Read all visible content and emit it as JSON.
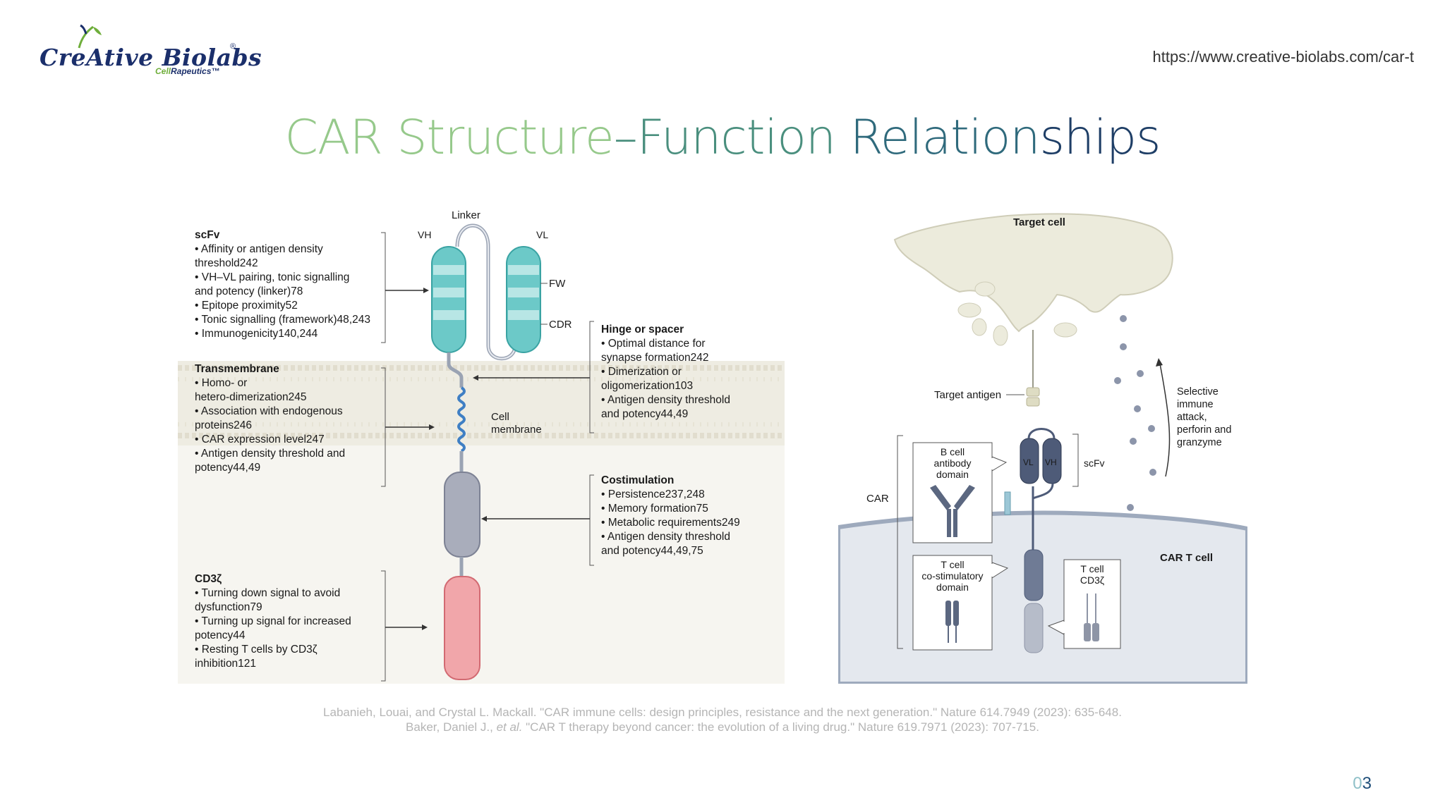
{
  "logo": {
    "text": "CreAtive Biolabs",
    "reg": "®",
    "sub_cell": "Cell",
    "sub_rest": "Rapeutics™"
  },
  "header": {
    "url": "https://www.creative-biolabs.com/car-t"
  },
  "title": {
    "part1": "CAR Structure",
    "part2": "–Function ",
    "part3": "Relation",
    "part4": "ships"
  },
  "left_figure": {
    "linker": "Linker",
    "vh": "VH",
    "vl": "VL",
    "fw": "FW",
    "cdr": "CDR",
    "cell_membrane_1": "Cell",
    "cell_membrane_2": "membrane",
    "scfv": {
      "heading": "scFv",
      "lines": [
        "• Affinity or antigen density",
        "threshold242",
        "• VH–VL pairing, tonic signalling",
        "and potency (linker)78",
        "• Epitope proximity52",
        "• Tonic signalling (framework)48,243",
        "• Immunogenicity140,244"
      ]
    },
    "transmembrane": {
      "heading": "Transmembrane",
      "lines": [
        "• Homo- or",
        "hetero-dimerization245",
        "• Association with endogenous",
        "proteins246",
        "• CAR expression level247",
        "• Antigen density threshold and",
        "potency44,49"
      ]
    },
    "cd3z": {
      "heading": "CD3ζ",
      "lines": [
        "• Turning down signal to avoid",
        "dysfunction79",
        "• Turning up signal for increased",
        "potency44",
        "• Resting T cells by CD3ζ",
        "inhibition121"
      ]
    },
    "hinge": {
      "heading": "Hinge or spacer",
      "lines": [
        "• Optimal distance for",
        "synapse formation242",
        "• Dimerization or",
        "oligomerization103",
        "• Antigen density threshold",
        "and potency44,49"
      ]
    },
    "costim": {
      "heading": "Costimulation",
      "lines": [
        "• Persistence237,248",
        "• Memory formation75",
        "• Metabolic requirements249",
        "• Antigen density threshold",
        "and potency44,49,75"
      ]
    }
  },
  "right_figure": {
    "target_cell": "Target cell",
    "target_antigen": "Target antigen",
    "selective": [
      "Selective",
      "immune",
      "attack,",
      "perforin and",
      "granzyme"
    ],
    "scfv": "scFv",
    "vl": "VL",
    "vh": "VH",
    "car": "CAR",
    "car_t_cell": "CAR T cell",
    "bcell_box": [
      "B cell",
      "antibody",
      "domain"
    ],
    "tcell_costim_box": [
      "T cell",
      "co-stimulatory",
      "domain"
    ],
    "tcell_cd3_box": [
      "T cell",
      "CD3ζ"
    ]
  },
  "references": {
    "ref1": "Labanieh, Louai, and Crystal L. Mackall. \"CAR immune cells: design principles, resistance and the next generation.\" Nature 614.7949 (2023): 635-648.",
    "ref2_a": "Baker, Daniel J., ",
    "ref2_it": "et al.",
    "ref2_b": " \"CAR T therapy beyond cancer: the evolution of a living drug.\" Nature 619.7971 (2023): 707-715."
  },
  "page": {
    "zero": "0",
    "num": "3"
  },
  "colors": {
    "title_light_green": "#96c98b",
    "title_dark_blue": "#1e3e66",
    "scfv_teal": "#6cc9c8",
    "cd3_pink": "#f1a6aa",
    "costim_gray": "#a9adbb",
    "page_blue": "#1f4e79"
  }
}
